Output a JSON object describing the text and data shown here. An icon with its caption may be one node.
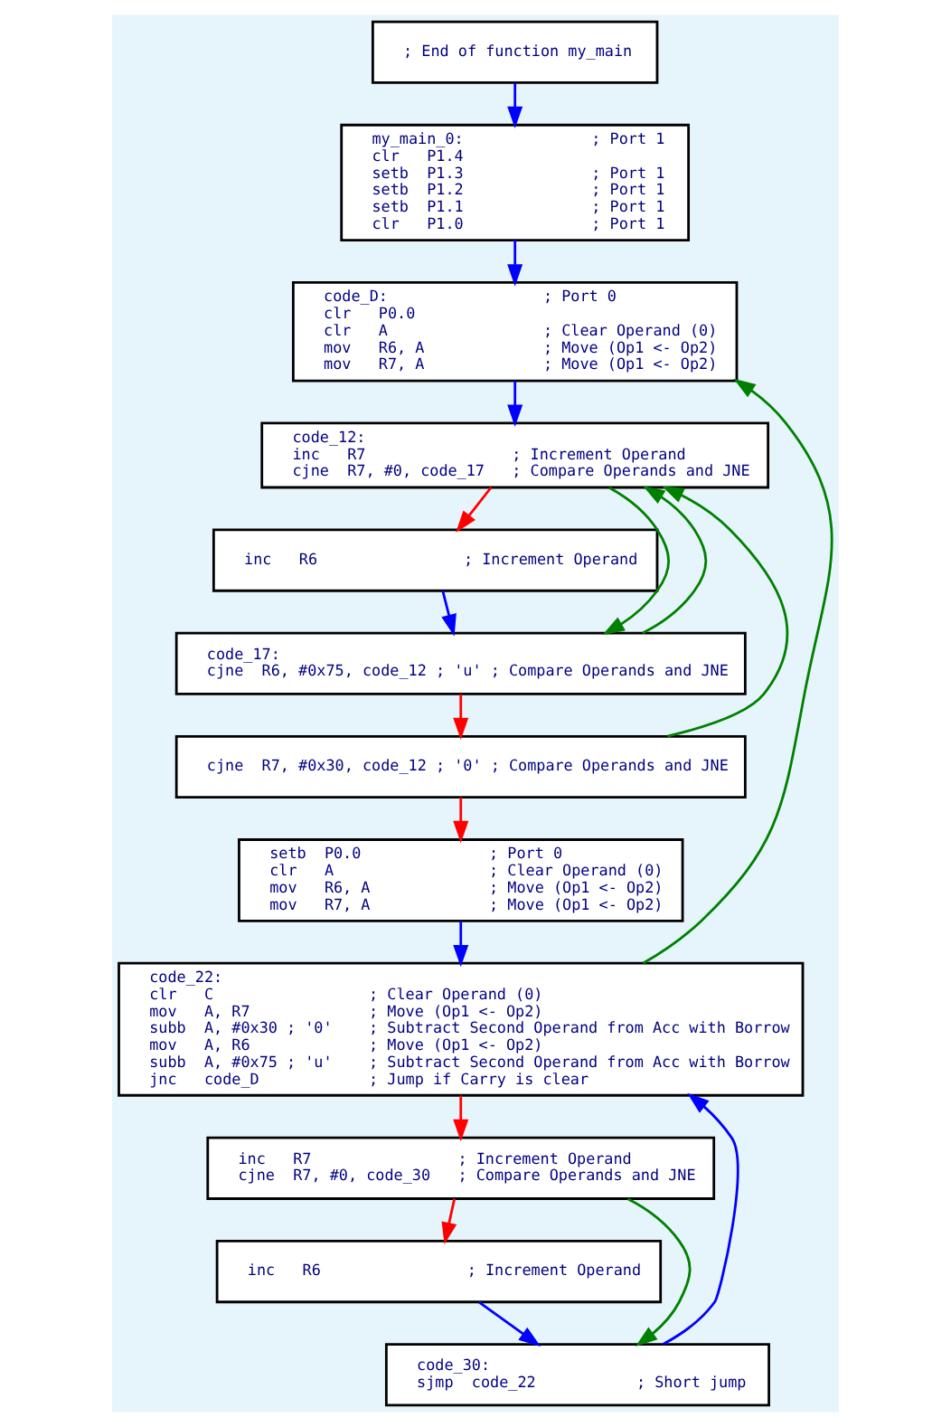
{
  "diagram": {
    "nodes": [
      {
        "text": [
          "; End of function my_main"
        ]
      },
      {
        "text": [
          "my_main_0:              ; Port 1",
          "clr   P1.4",
          "setb  P1.3              ; Port 1",
          "setb  P1.2              ; Port 1",
          "setb  P1.1              ; Port 1",
          "clr   P1.0              ; Port 1"
        ]
      },
      {
        "text": [
          "code_D:                 ; Port 0",
          "clr   P0.0",
          "clr   A                 ; Clear Operand (0)",
          "mov   R6, A             ; Move (Op1 <- Op2)",
          "mov   R7, A             ; Move (Op1 <- Op2)"
        ]
      },
      {
        "text": [
          "code_12:",
          "inc   R7                ; Increment Operand",
          "cjne  R7, #0, code_17   ; Compare Operands and JNE"
        ]
      },
      {
        "text": [
          "inc   R6                ; Increment Operand"
        ]
      },
      {
        "text": [
          "code_17:",
          "cjne  R6, #0x75, code_12 ; 'u' ; Compare Operands and JNE"
        ]
      },
      {
        "text": [
          "cjne  R7, #0x30, code_12 ; '0' ; Compare Operands and JNE"
        ]
      },
      {
        "text": [
          "setb  P0.0              ; Port 0",
          "clr   A                 ; Clear Operand (0)",
          "mov   R6, A             ; Move (Op1 <- Op2)",
          "mov   R7, A             ; Move (Op1 <- Op2)"
        ]
      },
      {
        "text": [
          "code_22:",
          "clr   C                 ; Clear Operand (0)",
          "mov   A, R7             ; Move (Op1 <- Op2)",
          "subb  A, #0x30 ; '0'    ; Subtract Second Operand from Acc with Borrow",
          "mov   A, R6             ; Move (Op1 <- Op2)",
          "subb  A, #0x75 ; 'u'    ; Subtract Second Operand from Acc with Borrow",
          "jnc   code_D            ; Jump if Carry is clear"
        ]
      },
      {
        "text": [
          "inc   R7                ; Increment Operand",
          "cjne  R7, #0, code_30   ; Compare Operands and JNE"
        ]
      },
      {
        "text": [
          "inc   R6                ; Increment Operand"
        ]
      },
      {
        "text": [
          "code_30:",
          "sjmp  code_22           ; Short jump"
        ]
      }
    ],
    "edges": [
      {
        "from": 0,
        "to": 1,
        "arrow": "to",
        "color": "#0000ff"
      },
      {
        "from": 1,
        "to": 2,
        "arrow": "to",
        "color": "#0000ff"
      },
      {
        "from": 8,
        "to": 2,
        "arrow": "to",
        "color": "#008000"
      },
      {
        "from": 2,
        "to": 3,
        "arrow": "to",
        "color": "#0000ff"
      },
      {
        "from": 5,
        "to": 3,
        "arrow": "to",
        "color": "#008000"
      },
      {
        "from": 6,
        "to": 3,
        "arrow": "to",
        "color": "#008000"
      },
      {
        "from": 3,
        "to": 4,
        "arrow": "to",
        "color": "#ff0000"
      },
      {
        "from": 3,
        "to": 5,
        "arrow": "to",
        "color": "#008000"
      },
      {
        "from": 4,
        "to": 5,
        "arrow": "to",
        "color": "#0000ff"
      },
      {
        "from": 5,
        "to": 6,
        "arrow": "to",
        "color": "#ff0000"
      },
      {
        "from": 6,
        "to": 7,
        "arrow": "to",
        "color": "#ff0000"
      },
      {
        "from": 7,
        "to": 8,
        "arrow": "to",
        "color": "#0000ff"
      },
      {
        "from": 11,
        "to": 8,
        "arrow": "to",
        "color": "#0000ff"
      },
      {
        "from": 8,
        "to": 9,
        "arrow": "to",
        "color": "#ff0000"
      },
      {
        "from": 9,
        "to": 10,
        "arrow": "to",
        "color": "#ff0000"
      },
      {
        "from": 9,
        "to": 11,
        "arrow": "to",
        "color": "#008000"
      },
      {
        "from": 10,
        "to": 11,
        "arrow": "to",
        "color": "#0000ff"
      }
    ]
  }
}
